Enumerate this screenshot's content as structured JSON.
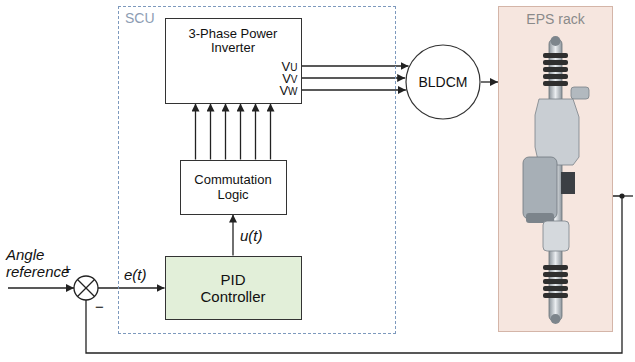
{
  "diagram": {
    "nodes": [
      {
        "text": [
          "SCU"
        ]
      },
      {
        "text": [
          "3-Phase Power Inverter"
        ],
        "in": 0
      },
      {
        "text": [
          "Commutation Logic"
        ],
        "in": 0
      },
      {
        "text": [
          "PID Controller"
        ],
        "in": 0
      },
      {
        "text": [
          "BLDCM"
        ]
      },
      {
        "text": [
          "EPS rack"
        ]
      }
    ],
    "edges": [
      {
        "from": 3,
        "to": 2,
        "arrow": "to",
        "label": "u(t)"
      },
      {
        "from": 2,
        "to": 1,
        "arrow": "to"
      },
      {
        "from": 2,
        "to": 1,
        "arrow": "to"
      },
      {
        "from": 2,
        "to": 1,
        "arrow": "to"
      },
      {
        "from": 2,
        "to": 1,
        "arrow": "to"
      },
      {
        "from": 2,
        "to": 1,
        "arrow": "to"
      },
      {
        "from": 2,
        "to": 1,
        "arrow": "to"
      },
      {
        "from": 1,
        "to": 4,
        "arrow": "to",
        "label": "VU"
      },
      {
        "from": 1,
        "to": 4,
        "arrow": "to",
        "label": "VV"
      },
      {
        "from": 1,
        "to": 4,
        "arrow": "to",
        "label": "VW"
      },
      {
        "from": 4,
        "to": 5,
        "arrow": "to"
      },
      {
        "from": 5,
        "to": 3,
        "arrow": "to"
      }
    ],
    "labels": [
      "Angle reference",
      "e(t)",
      "+",
      "−"
    ]
  }
}
